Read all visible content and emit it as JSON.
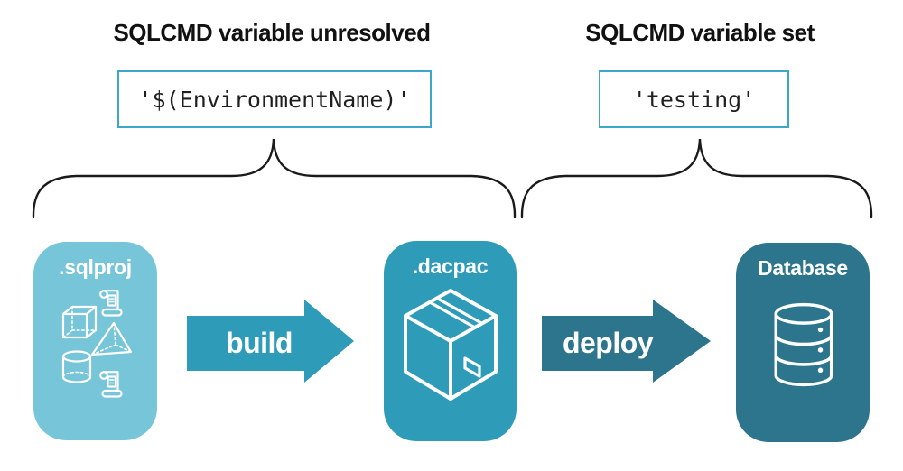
{
  "annotations": {
    "left": {
      "title": "SQLCMD variable unresolved",
      "code": "'$(EnvironmentName)'"
    },
    "right": {
      "title": "SQLCMD variable set",
      "code": "'testing'"
    }
  },
  "pipeline": {
    "stages": [
      {
        "label": ".sqlproj",
        "icon": "sql-objects-icon"
      },
      {
        "label": ".dacpac",
        "icon": "package-box-icon"
      },
      {
        "label": "Database",
        "icon": "database-cylinder-icon"
      }
    ],
    "arrows": [
      {
        "label": "build"
      },
      {
        "label": "deploy"
      }
    ]
  },
  "colors": {
    "light_blue_card": "#76C5D9",
    "teal_card_and_build_arrow": "#2E9CB9",
    "dark_teal_card_and_deploy_arrow": "#2C758D",
    "code_box_border": "#3BA7C9",
    "brace_ink": "#1A1A1A",
    "icon_and_label_white": "#FFFFFF"
  }
}
